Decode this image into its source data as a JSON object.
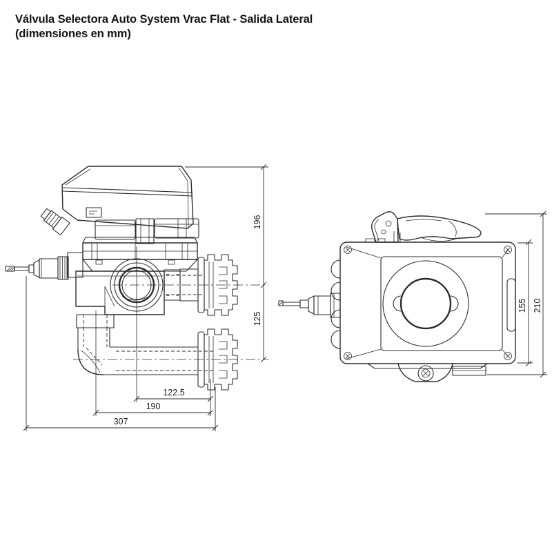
{
  "page": {
    "background": "#ffffff",
    "line_color": "#2b2b2b",
    "text_color": "#111111"
  },
  "header": {
    "title": "Válvula Selectora Auto System Vrac Flat - Salida Lateral",
    "subtitle": "(dimensiones en mm)"
  },
  "diagram": {
    "units": "mm",
    "side_view": {
      "name": "side view with lateral outlet",
      "dimensions": {
        "height_top": "196",
        "height_bottom": "125",
        "width_inner": "122.5",
        "width_mid": "190",
        "width_total": "307"
      }
    },
    "front_view": {
      "name": "front view with handle",
      "dimensions": {
        "height_body": "155",
        "height_total": "210"
      }
    }
  }
}
